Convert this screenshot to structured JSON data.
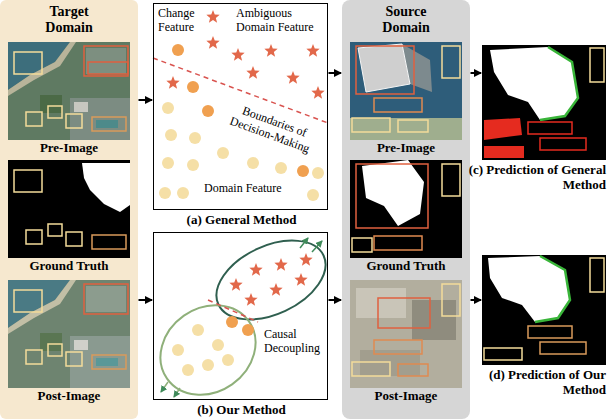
{
  "diagram": {
    "nodes": [
      {
        "text": [
          "Target Domain"
        ]
      },
      {
        "text": [
          "Pre-Image"
        ],
        "in": 0
      },
      {
        "text": [
          "Ground Truth"
        ],
        "in": 0
      },
      {
        "text": [
          "Post-Image"
        ],
        "in": 0
      },
      {
        "text": [
          "Change Feature",
          "Ambiguous Domain Feature",
          "Boundaries of Decision-Making",
          "Domain Feature",
          "(a) General Method"
        ]
      },
      {
        "text": [
          "Causal Decoupling",
          "(b) Our Method"
        ]
      },
      {
        "text": [
          "Source Domain"
        ]
      },
      {
        "text": [
          "Pre-Image"
        ],
        "in": 6
      },
      {
        "text": [
          "Ground Truth"
        ],
        "in": 6
      },
      {
        "text": [
          "Post-Image"
        ],
        "in": 6
      },
      {
        "text": [
          "(c) Prediction of General Method"
        ]
      },
      {
        "text": [
          "(d) Prediction of Our Method"
        ]
      }
    ],
    "edges": [
      {
        "from": 0,
        "to": 4,
        "arrow": "to"
      },
      {
        "from": 0,
        "to": 5,
        "arrow": "to"
      },
      {
        "from": 4,
        "to": 6,
        "arrow": "to"
      },
      {
        "from": 5,
        "to": 6,
        "arrow": "to"
      },
      {
        "from": 6,
        "to": 10,
        "arrow": "to"
      },
      {
        "from": 6,
        "to": 11,
        "arrow": "to"
      }
    ]
  }
}
